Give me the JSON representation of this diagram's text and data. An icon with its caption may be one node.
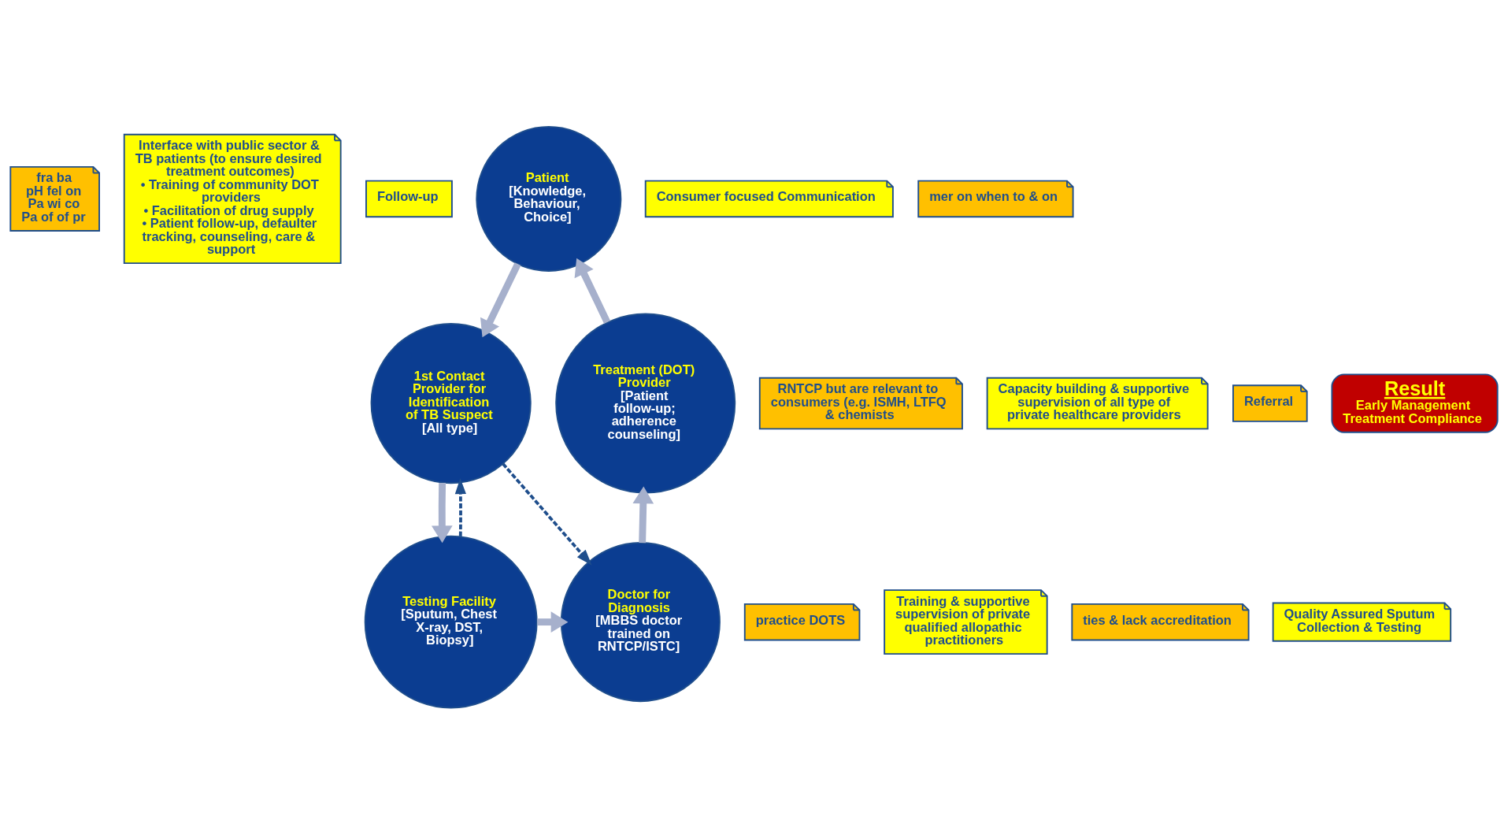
{
  "diagram": {
    "nodes": [
      {
        "text": [
          "fra ba",
          "pH fel on",
          "Pa wi co",
          "Pa of of pr"
        ]
      },
      {
        "text": [
          "Interface with public sector & TB patients (to ensure desired treatment outcomes)",
          "• Training of community DOT providers",
          "• Facilitation of drug supply",
          "• Patient follow-up, defaulter tracking, counseling, care & support"
        ]
      },
      {
        "text": [
          "Follow-up"
        ]
      },
      {
        "text": [
          "Patient",
          "[Knowledge, Behaviour, Choice]"
        ]
      },
      {
        "text": [
          "Consumer focused Communication"
        ]
      },
      {
        "text": [
          "mer on when to & on"
        ]
      },
      {
        "text": [
          "RNTCP but are relevant to consumers (e.g. ISMH, LTFQ & chemists"
        ]
      },
      {
        "text": [
          "Capacity building & supportive supervision of all type of private healthcare providers"
        ]
      },
      {
        "text": [
          "Treatment (DOT) Provider",
          "[Patient follow-up; adherence counseling]"
        ]
      },
      {
        "text": [
          "1st Contact Provider for Identification of TB Suspect",
          "[All type]"
        ]
      },
      {
        "text": [
          "Referral"
        ]
      },
      {
        "text": [
          "Result",
          "Early Management Treatment Compliance"
        ]
      },
      {
        "text": [
          "Doctor for Diagnosis",
          "[MBBS doctor trained on RNTCP/ISTC]"
        ]
      },
      {
        "text": [
          "Testing Facility",
          "[Sputum, Chest X-ray, DST, Biopsy]"
        ]
      },
      {
        "text": [
          "practice DOTS"
        ]
      },
      {
        "text": [
          "Training & supportive supervision of private qualified allopathic practitioners"
        ]
      },
      {
        "text": [
          "ties & lack accreditation"
        ]
      },
      {
        "text": [
          "Quality Assured Sputum Collection & Testing"
        ]
      }
    ],
    "edges": [
      {
        "from": 8,
        "to": 3,
        "arrow": "to"
      },
      {
        "from": 3,
        "to": 9,
        "arrow": "to"
      },
      {
        "from": 9,
        "to": 13,
        "arrow": "to"
      },
      {
        "from": 13,
        "to": 12,
        "arrow": "to"
      },
      {
        "from": 12,
        "to": 8,
        "arrow": "to"
      },
      {
        "from": 13,
        "to": 9,
        "arrow": "to",
        "style": "dashed",
        "color": "#1f4e8c"
      },
      {
        "from": 9,
        "to": 12,
        "arrow": "to",
        "style": "dashed",
        "color": "#1f4e8c"
      }
    ]
  }
}
